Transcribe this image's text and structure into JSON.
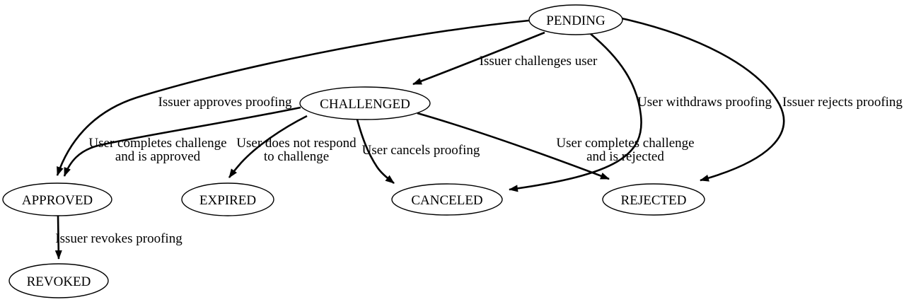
{
  "diagram": {
    "type": "state-machine",
    "colors": {
      "stroke": "#000000",
      "fill": "#ffffff",
      "text": "#000000"
    },
    "nodes": [
      {
        "id": "pending",
        "label": "PENDING"
      },
      {
        "id": "challenged",
        "label": "CHALLENGED"
      },
      {
        "id": "approved",
        "label": "APPROVED"
      },
      {
        "id": "expired",
        "label": "EXPIRED"
      },
      {
        "id": "canceled",
        "label": "CANCELED"
      },
      {
        "id": "rejected",
        "label": "REJECTED"
      },
      {
        "id": "revoked",
        "label": "REVOKED"
      }
    ],
    "edges": [
      {
        "from": "PENDING",
        "to": "CHALLENGED",
        "label_lines": [
          "Issuer challenges user"
        ]
      },
      {
        "from": "PENDING",
        "to": "APPROVED",
        "label_lines": [
          "Issuer approves proofing"
        ]
      },
      {
        "from": "PENDING",
        "to": "CANCELED",
        "label_lines": [
          "User withdraws proofing"
        ]
      },
      {
        "from": "PENDING",
        "to": "REJECTED",
        "label_lines": [
          "Issuer rejects proofing"
        ]
      },
      {
        "from": "CHALLENGED",
        "to": "APPROVED",
        "label_lines": [
          "User completes challenge",
          "and is approved"
        ]
      },
      {
        "from": "CHALLENGED",
        "to": "EXPIRED",
        "label_lines": [
          "User does not respond",
          "to challenge"
        ]
      },
      {
        "from": "CHALLENGED",
        "to": "CANCELED",
        "label_lines": [
          "User cancels proofing"
        ]
      },
      {
        "from": "CHALLENGED",
        "to": "REJECTED",
        "label_lines": [
          "User completes challenge",
          "and is rejected"
        ]
      },
      {
        "from": "APPROVED",
        "to": "REVOKED",
        "label_lines": [
          "Issuer revokes proofing"
        ]
      }
    ]
  }
}
